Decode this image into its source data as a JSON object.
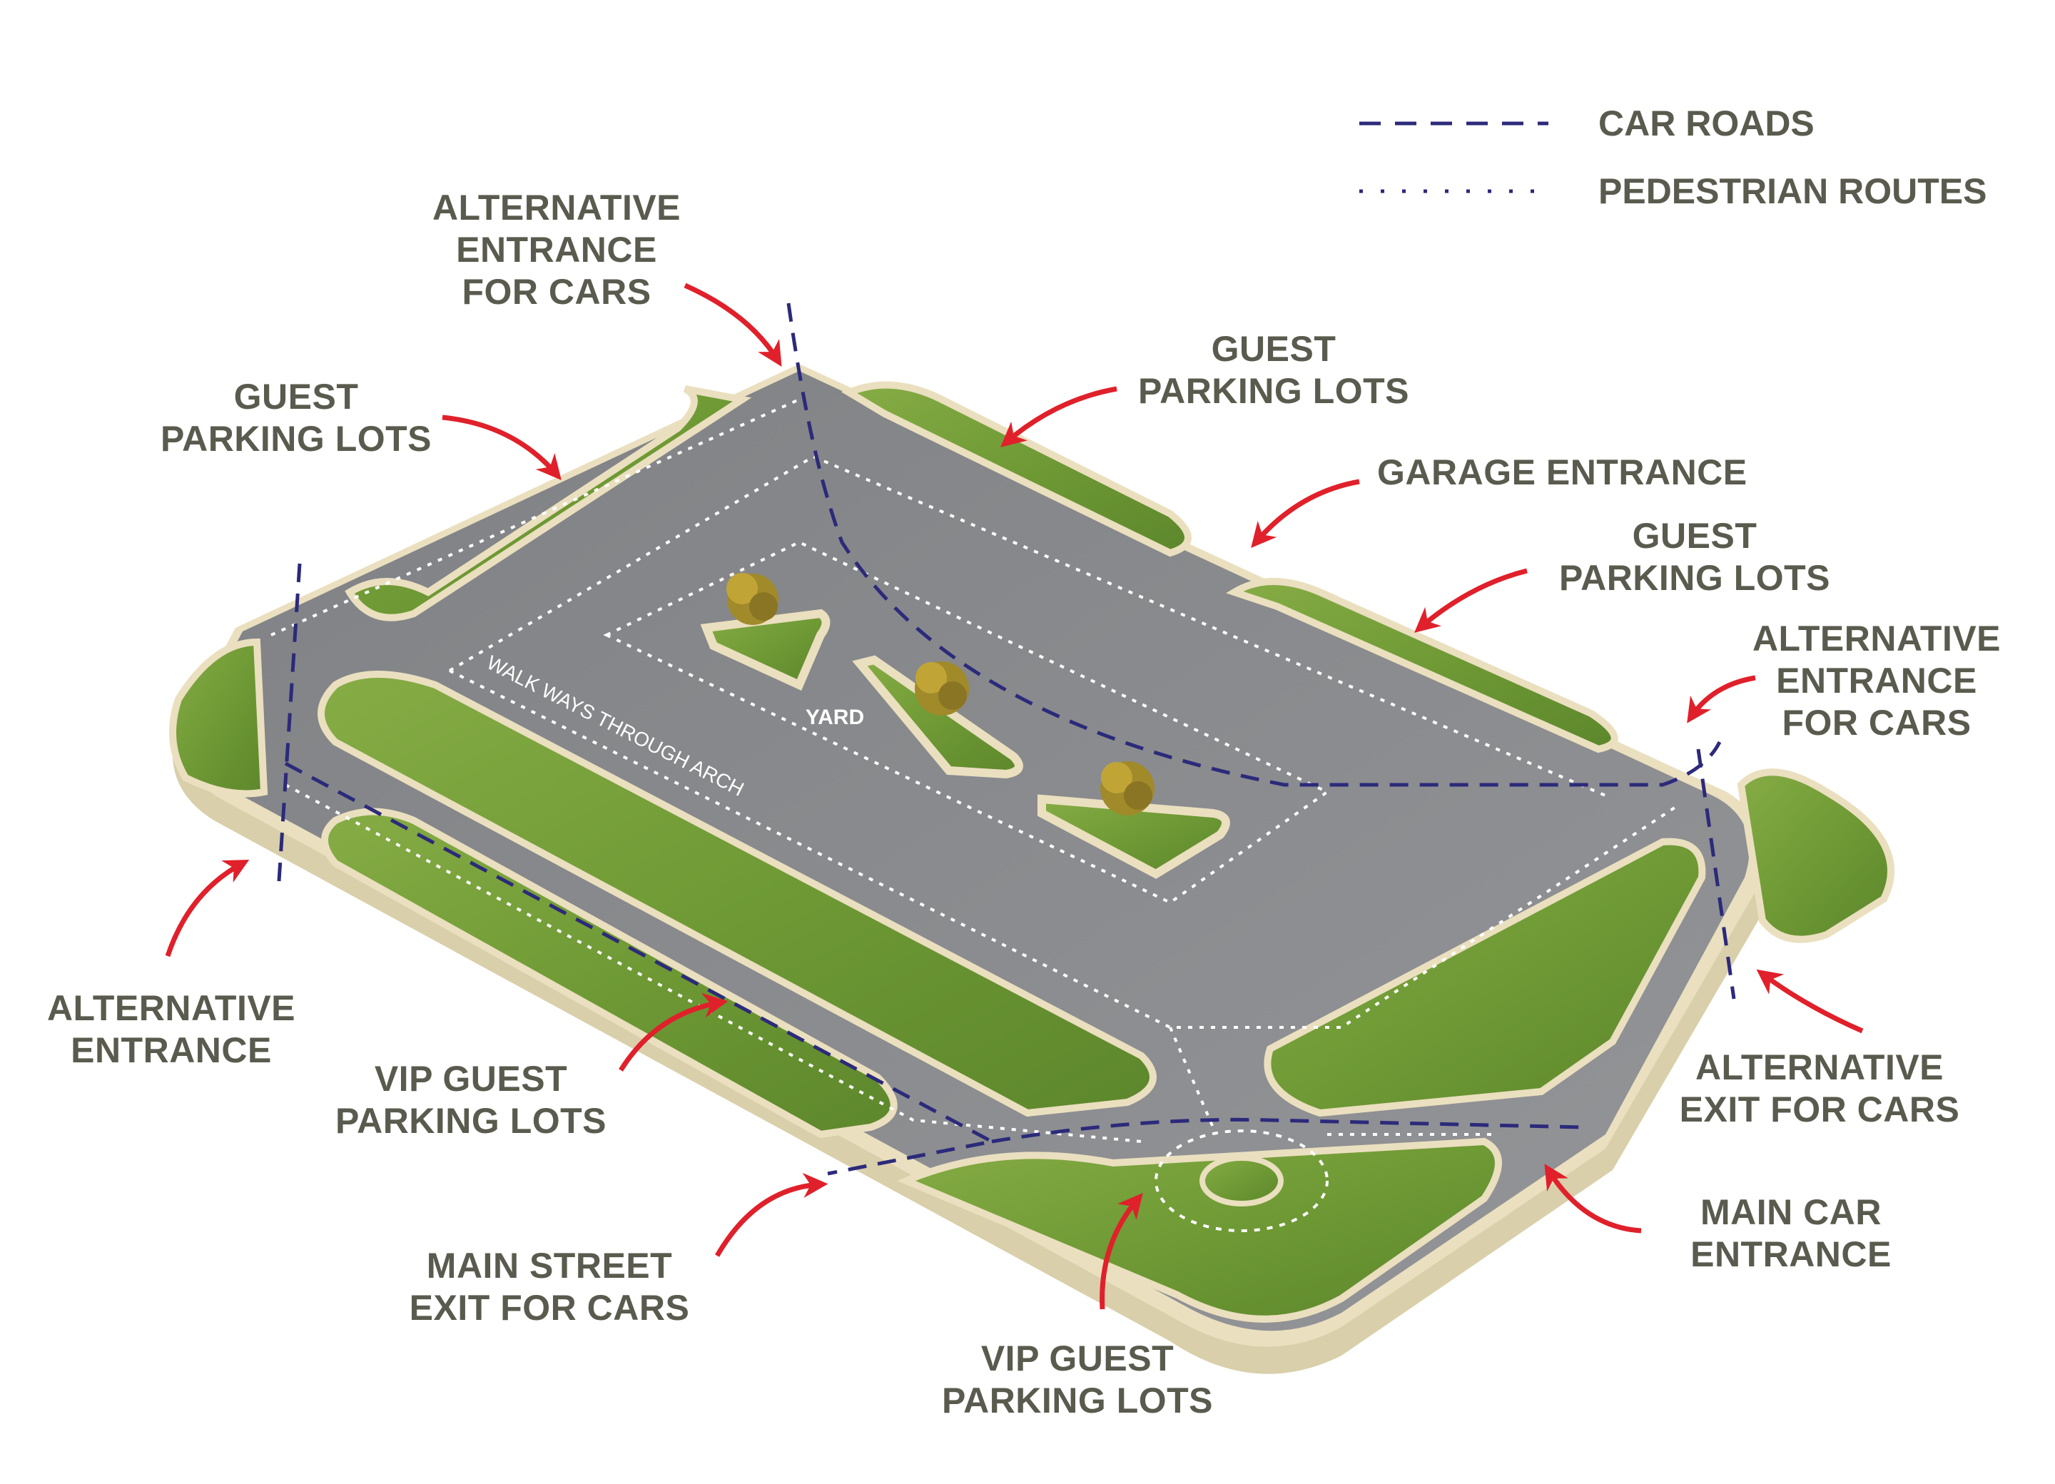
{
  "legend": {
    "car_roads": "CAR ROADS",
    "pedestrian_routes": "PEDESTRIAN ROUTES"
  },
  "callouts": {
    "alt_entrance_cars_top": "ALTERNATIVE\nENTRANCE\nFOR CARS",
    "guest_parking_left": "GUEST\nPARKING LOTS",
    "guest_parking_top": "GUEST\nPARKING LOTS",
    "garage_entrance": "GARAGE ENTRANCE",
    "guest_parking_right": "GUEST\nPARKING LOTS",
    "alt_entrance_cars_right": "ALTERNATIVE\nENTRANCE\nFOR CARS",
    "alt_entrance_left": "ALTERNATIVE\nENTRANCE",
    "vip_parking_left": "VIP GUEST\nPARKING LOTS",
    "alt_exit_cars": "ALTERNATIVE\nEXIT FOR CARS",
    "main_car_entrance": "MAIN CAR\nENTRANCE",
    "main_street_exit": "MAIN STREET\nEXIT FOR CARS",
    "vip_parking_bottom": "VIP GUEST\nPARKING LOTS"
  },
  "plan_labels": {
    "yard": "YARD",
    "walkways": "WALK WAYS THROUGH ARCH"
  },
  "colors": {
    "text": "#5a5b4e",
    "car_road_line": "#2c2a7a",
    "pedestrian_line": "#ffffff",
    "arrow": "#e0202a",
    "grass": "#6f9a35",
    "asphalt": "#8a8b8e",
    "curb": "#eadfbf"
  },
  "icons": {
    "arrow": "red-curved-arrow-icon",
    "tree": "tree-icon"
  }
}
